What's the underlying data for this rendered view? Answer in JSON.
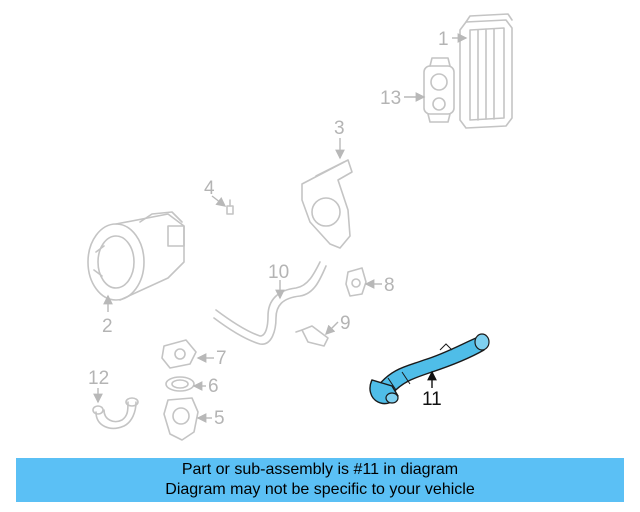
{
  "diagram": {
    "callouts": [
      "1",
      "2",
      "3",
      "4",
      "5",
      "6",
      "7",
      "8",
      "9",
      "10",
      "11",
      "12",
      "13"
    ],
    "highlighted_callout": "11",
    "colors": {
      "highlight_fill": "#4fbde8",
      "highlight_stroke": "#1a1a1a",
      "inactive_part": "#c4c4c4",
      "caption_bg": "#5bc0f5"
    }
  },
  "caption": {
    "line1": "Part or sub-assembly is #11 in diagram",
    "line2": "Diagram may not be specific to your vehicle"
  }
}
